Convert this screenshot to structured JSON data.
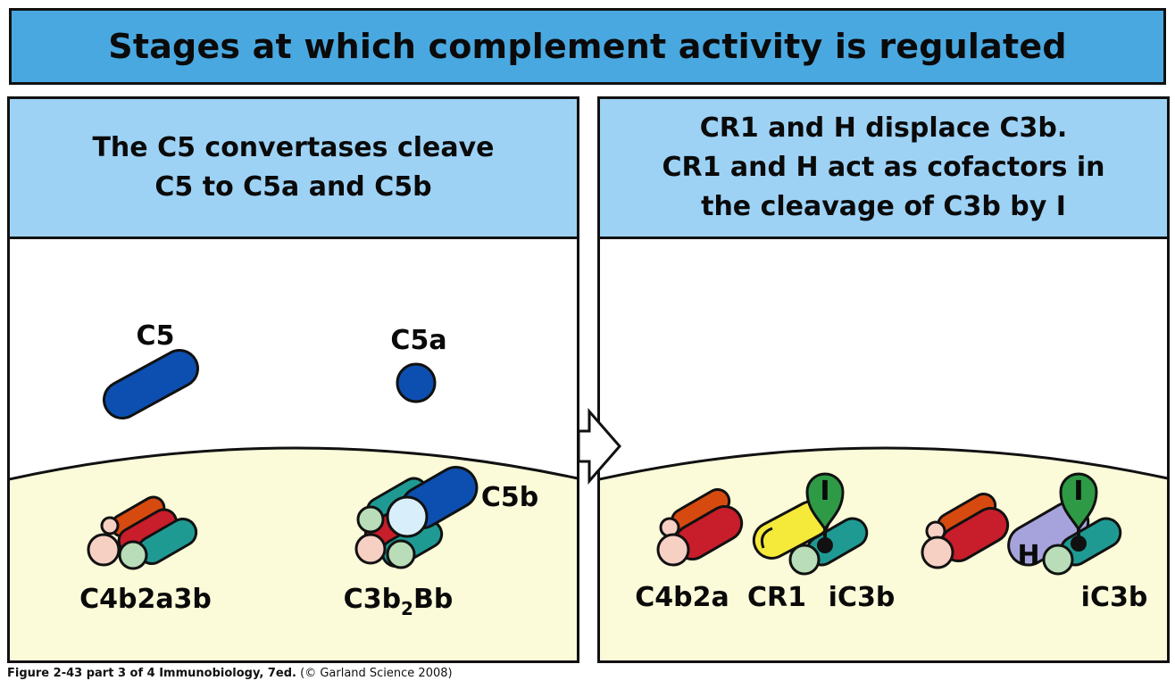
{
  "title": "Stages at which complement activity is regulated",
  "left_panel": {
    "heading_line1": "The C5 convertases cleave",
    "heading_line2": "C5 to C5a and C5b",
    "labels": {
      "c5": "C5",
      "c5a": "C5a",
      "c5b": "C5b",
      "c4b2a3b": "C4b2a3b",
      "c3b2bb_main": "C3b",
      "c3b2bb_sub": "2",
      "c3b2bb_tail": "Bb"
    }
  },
  "right_panel": {
    "heading_line1": "CR1 and H displace C3b.",
    "heading_line2": "CR1 and H act as cofactors in",
    "heading_line3": "the cleavage of C3b by I",
    "labels": {
      "c4b2a": "C4b2a",
      "cr1": "CR1",
      "ic3b_1": "iC3b",
      "ic3b_2": "iC3b",
      "factor_i_1": "I",
      "factor_i_2": "I",
      "factor_h": "H"
    }
  },
  "caption": {
    "bold": "Figure 2-43 part 3 of 4  Immunobiology, 7ed.",
    "light": " (© Garland Science 2008)"
  },
  "colors": {
    "banner": "#4aa8e0",
    "panel_header": "#9dd2f5",
    "membrane": "#fbfad9",
    "c5_blue": "#0d4fb0",
    "red": "#c81d2a",
    "orange": "#d64a10",
    "teal": "#1f9a93",
    "pale_green": "#b8ddb8",
    "pink": "#f7d0c4",
    "pale_blue": "#d8eefb",
    "yellow": "#f5e93a",
    "lavender": "#a6a3dc",
    "green_i": "#2e9a45"
  }
}
